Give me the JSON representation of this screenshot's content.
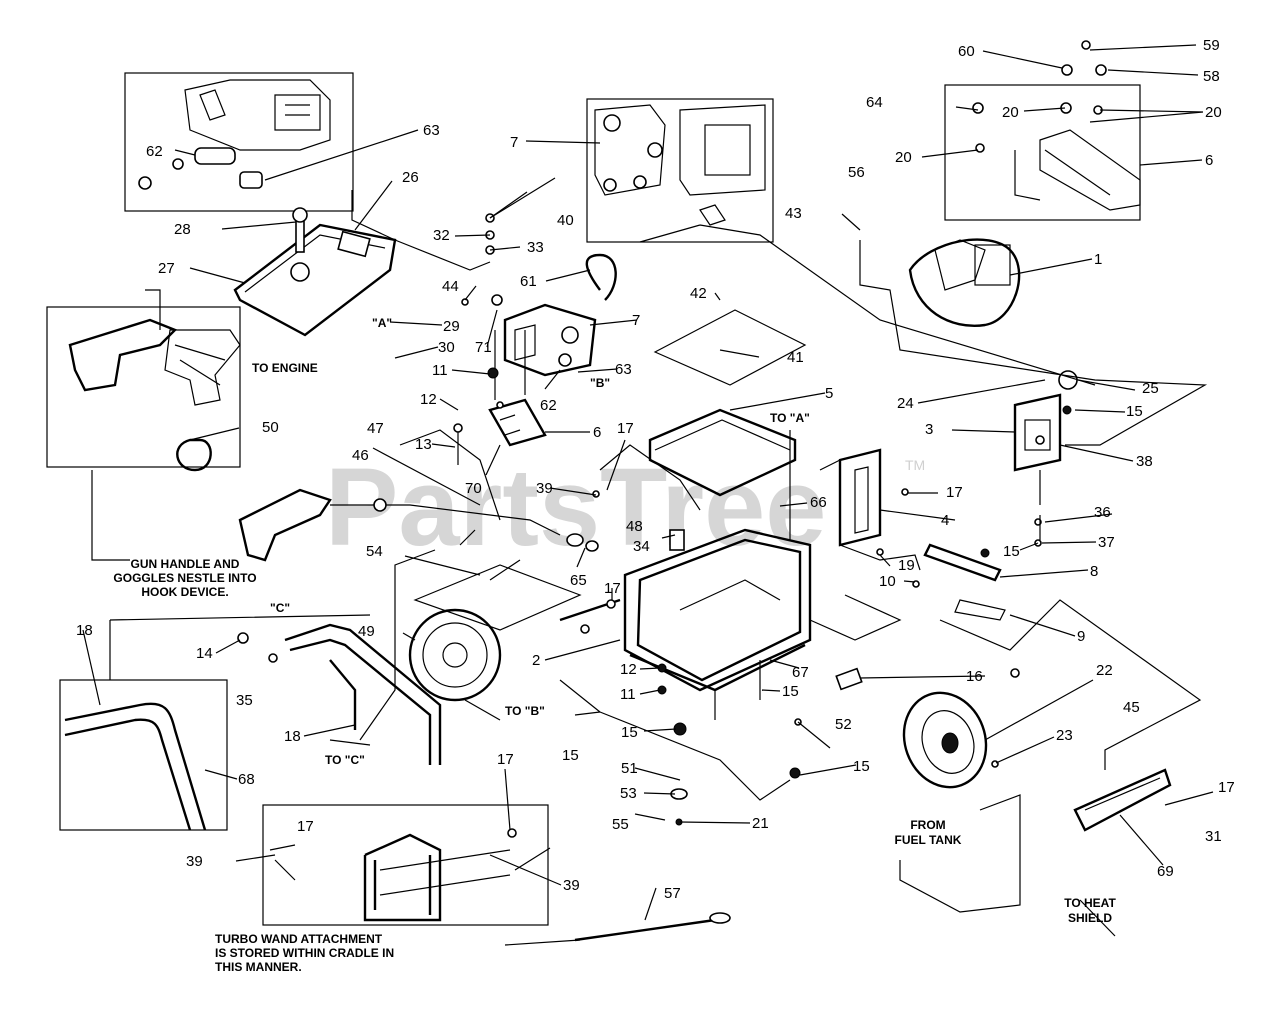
{
  "watermark": {
    "brand": "PartsTree",
    "tm": "TM"
  },
  "callouts": {
    "c1": "1",
    "c2": "2",
    "c3": "3",
    "c4": "4",
    "c5": "5",
    "c6a": "6",
    "c6b": "6",
    "c7a": "7",
    "c7b": "7",
    "c8": "8",
    "c9": "9",
    "c10": "10",
    "c11a": "11",
    "c11b": "11",
    "c12a": "12",
    "c12b": "12",
    "c13": "13",
    "c14": "14",
    "c15a": "15",
    "c15b": "15",
    "c15c": "15",
    "c15d": "15",
    "c15e": "15",
    "c15f": "15",
    "c16": "16",
    "c17a": "17",
    "c17b": "17",
    "c17c": "17",
    "c17d": "17",
    "c17e": "17",
    "c17f": "17",
    "c18a": "18",
    "c18b": "18",
    "c19": "19",
    "c20a": "20",
    "c20b": "20",
    "c20c": "20",
    "c21": "21",
    "c22": "22",
    "c23": "23",
    "c24": "24",
    "c25": "25",
    "c26": "26",
    "c27": "27",
    "c28": "28",
    "c29": "29",
    "c30": "30",
    "c31": "31",
    "c32": "32",
    "c33": "33",
    "c34": "34",
    "c35": "35",
    "c36": "36",
    "c37": "37",
    "c38": "38",
    "c39a": "39",
    "c39b": "39",
    "c39c": "39",
    "c40": "40",
    "c41": "41",
    "c42": "42",
    "c43": "43",
    "c44": "44",
    "c45": "45",
    "c46": "46",
    "c47": "47",
    "c48": "48",
    "c49": "49",
    "c50": "50",
    "c51": "51",
    "c52": "52",
    "c53": "53",
    "c54": "54",
    "c55": "55",
    "c56": "56",
    "c57": "57",
    "c58": "58",
    "c59": "59",
    "c60": "60",
    "c61": "61",
    "c62a": "62",
    "c62b": "62",
    "c63a": "63",
    "c63b": "63",
    "c64": "64",
    "c65": "65",
    "c66": "66",
    "c67": "67",
    "c68": "68",
    "c69": "69",
    "c70": "70",
    "c71": "71"
  },
  "refs": {
    "a1": "\"A\"",
    "b1": "\"B\"",
    "c1": "\"C\"",
    "to_a": "TO \"A\"",
    "to_b": "TO \"B\"",
    "to_c": "TO \"C\"",
    "to_engine": "TO ENGINE"
  },
  "notes": {
    "gun_handle": [
      "GUN HANDLE AND",
      "GOGGLES NESTLE INTO",
      "HOOK DEVICE."
    ],
    "turbo_wand": [
      "TURBO WAND ATTACHMENT",
      "IS STORED WITHIN CRADLE IN",
      "THIS MANNER."
    ],
    "fuel_tank": [
      "FROM",
      "FUEL TANK"
    ],
    "heat_shield": [
      "TO HEAT",
      "SHIELD"
    ]
  }
}
